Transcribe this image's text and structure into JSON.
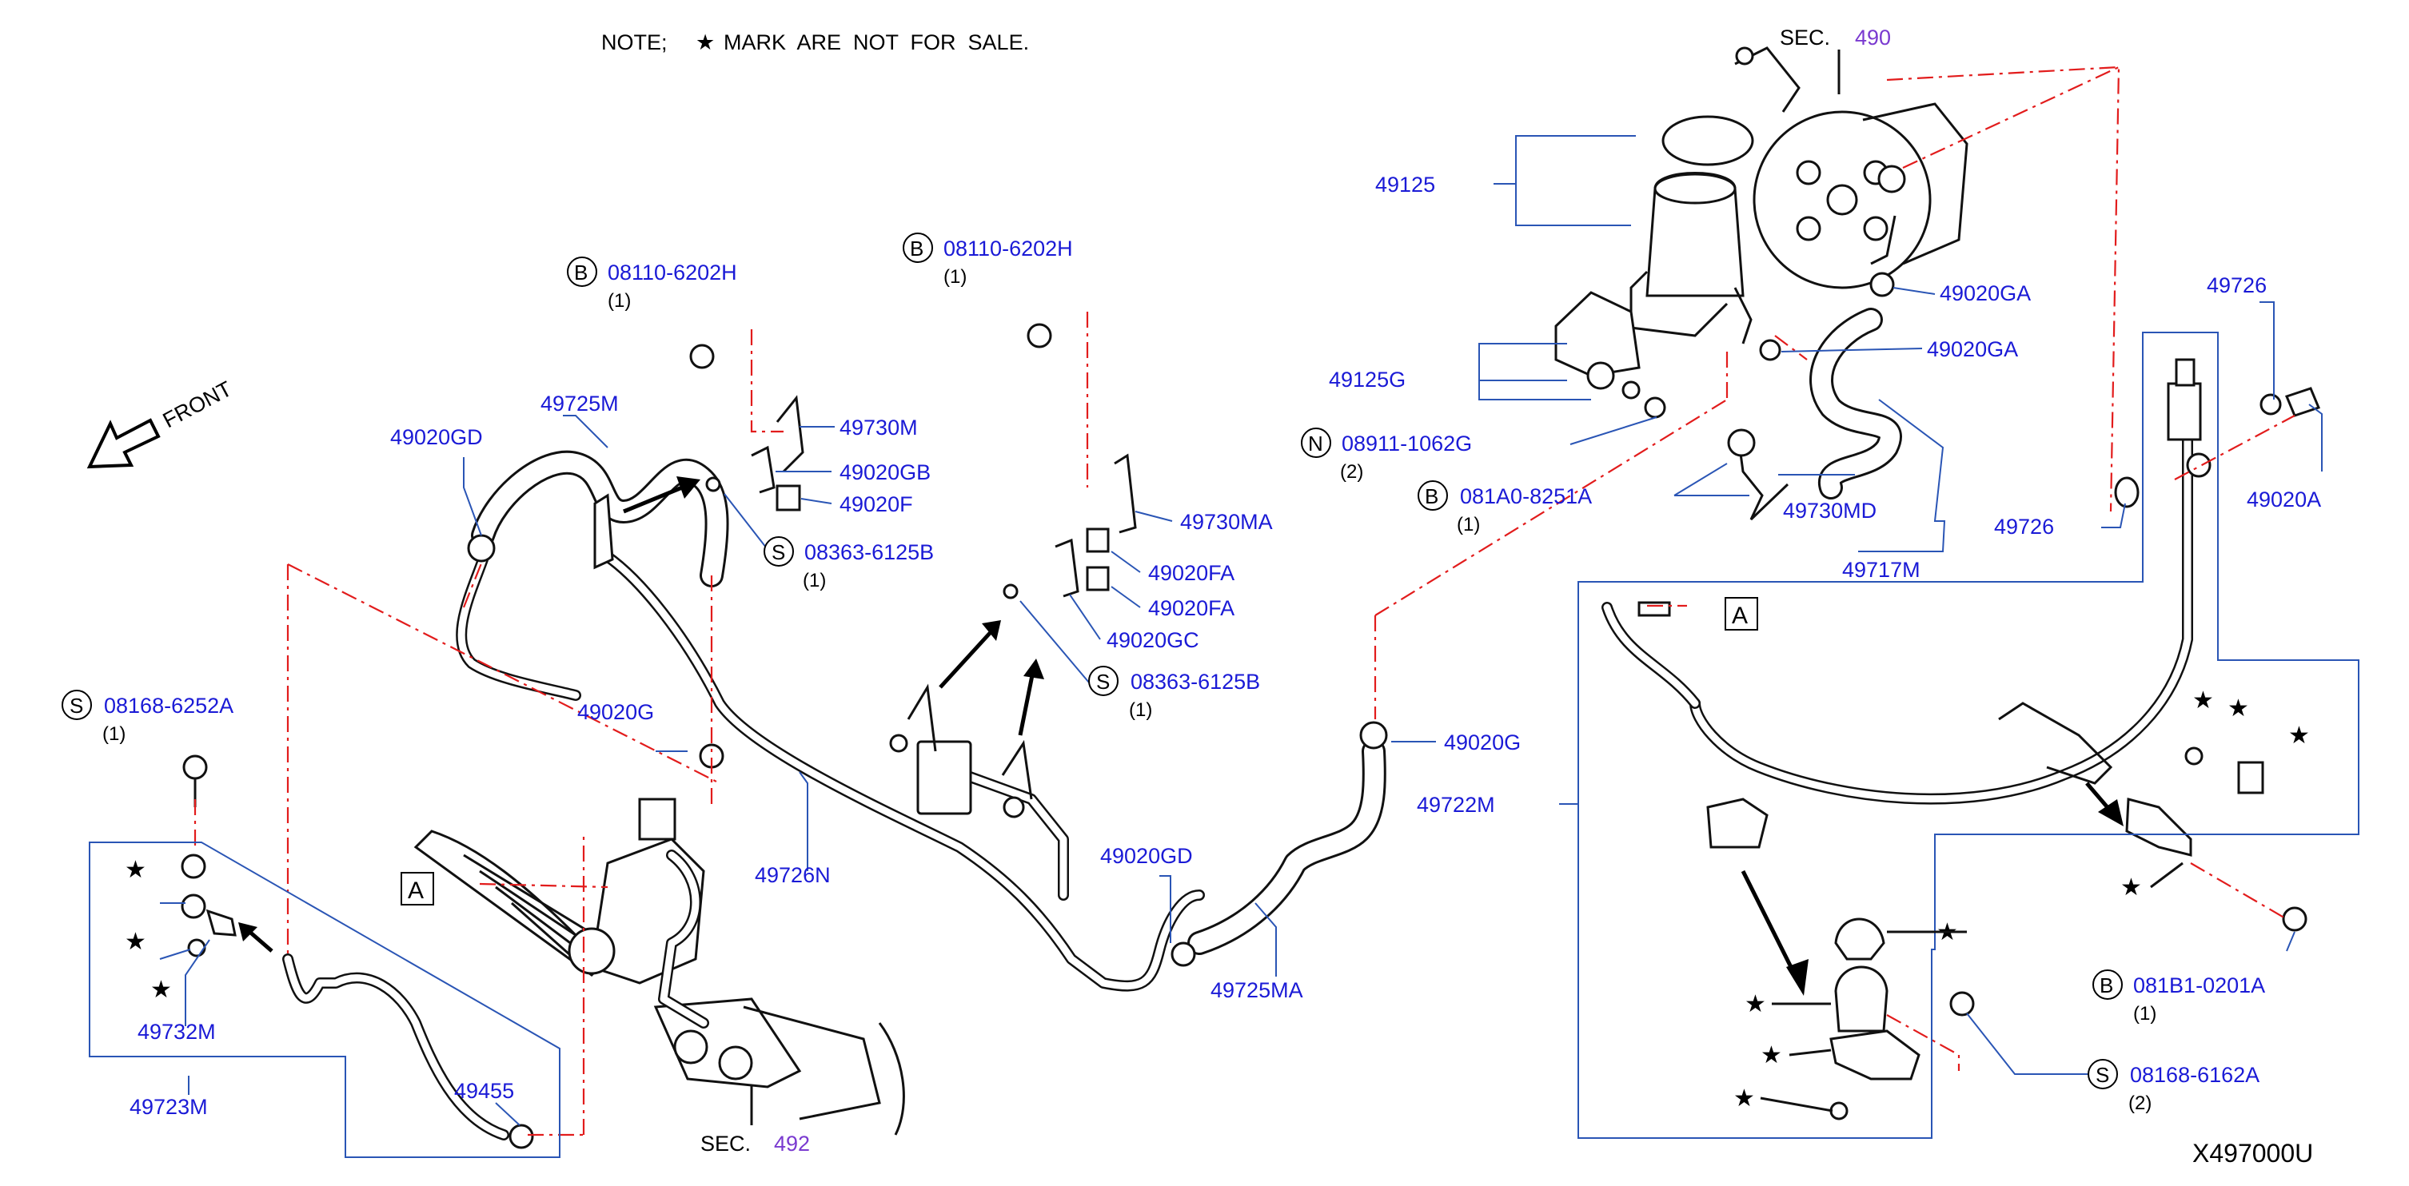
{
  "note": {
    "prefix": "NOTE;",
    "star": "★",
    "text": "MARK  ARE  NOT  FOR  SALE."
  },
  "front_label": "FRONT",
  "figure_code": "X497000U",
  "sections": {
    "top": {
      "prefix": "SEC.",
      "number": "490"
    },
    "bottom": {
      "prefix": "SEC.",
      "number": "492"
    }
  },
  "view_label": "A",
  "callouts": {
    "p49125": "49125",
    "p49125G": "49125G",
    "p49020GA_1": "49020GA",
    "p49020GA_2": "49020GA",
    "p49726_1": "49726",
    "p49726_2": "49726",
    "p49020A": "49020A",
    "p49730MD": "49730MD",
    "p49717M": "49717M",
    "p49725M": "49725M",
    "p49020GD_1": "49020GD",
    "p49730M": "49730M",
    "p49020GB": "49020GB",
    "p49020F": "49020F",
    "p49730MA": "49730MA",
    "p49020FA_1": "49020FA",
    "p49020FA_2": "49020FA",
    "p49020GC": "49020GC",
    "p49020G_1": "49020G",
    "p49020G_2": "49020G",
    "p49726N": "49726N",
    "p49722M": "49722M",
    "p49020GD_2": "49020GD",
    "p49725MA": "49725MA",
    "p49732M": "49732M",
    "p49723M": "49723M",
    "p49455": "49455"
  },
  "fasteners": {
    "b1": {
      "badge": "B",
      "number": "08110-6202H",
      "qty": "(1)"
    },
    "b2": {
      "badge": "B",
      "number": "08110-6202H",
      "qty": "(1)"
    },
    "n1": {
      "badge": "N",
      "number": "08911-1062G",
      "qty": "(2)"
    },
    "b3": {
      "badge": "B",
      "number": "081A0-8251A",
      "qty": "(1)"
    },
    "s1": {
      "badge": "S",
      "number": "08363-6125B",
      "qty": "(1)"
    },
    "s2": {
      "badge": "S",
      "number": "08363-6125B",
      "qty": "(1)"
    },
    "s3": {
      "badge": "S",
      "number": "08168-6252A",
      "qty": "(1)"
    },
    "b4": {
      "badge": "B",
      "number": "081B1-0201A",
      "qty": "(1)"
    },
    "s4": {
      "badge": "S",
      "number": "08168-6162A",
      "qty": "(2)"
    }
  },
  "star_mark": "★"
}
